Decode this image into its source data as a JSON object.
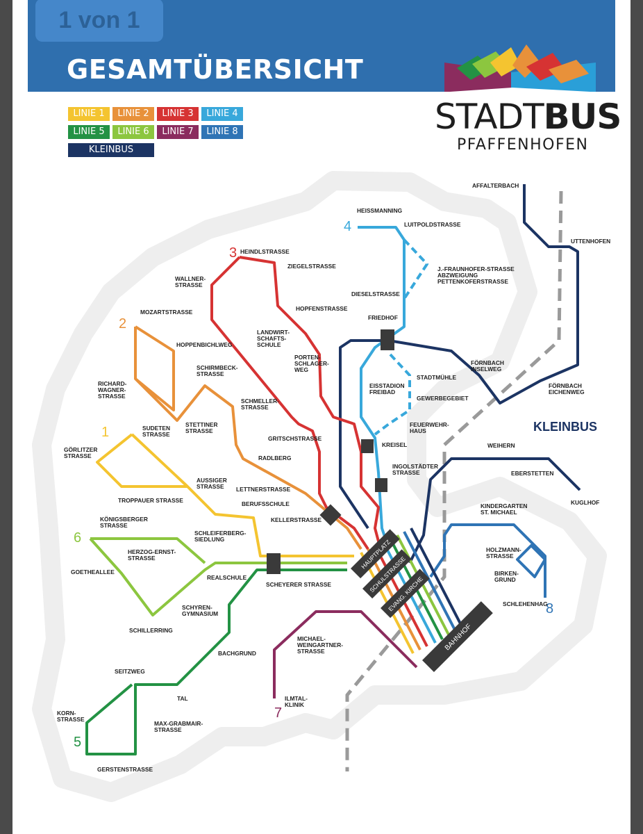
{
  "page_counter": "1 von 1",
  "title": "GESAMTÜBERSICHT",
  "brand": {
    "main_a": "STADT",
    "main_b": "BUS",
    "sub": "PFAFFENHOFEN"
  },
  "legend": [
    {
      "label": "LINIE 1",
      "color": "#f4c430"
    },
    {
      "label": "LINIE 2",
      "color": "#e8913a"
    },
    {
      "label": "LINIE 3",
      "color": "#d63333"
    },
    {
      "label": "LINIE 4",
      "color": "#38a8db"
    },
    {
      "label": "LINIE 5",
      "color": "#239244"
    },
    {
      "label": "LINIE 6",
      "color": "#8cc63f"
    },
    {
      "label": "LINIE 7",
      "color": "#8b2c5e"
    },
    {
      "label": "LINIE 8",
      "color": "#2f74b5"
    },
    {
      "label": "KLEINBUS",
      "color": "#1c3463"
    }
  ],
  "line_numbers": {
    "l1": "1",
    "l2": "2",
    "l3": "3",
    "l4": "4",
    "l5": "5",
    "l6": "6",
    "l7": "7",
    "l8": "8"
  },
  "kleinbus_label": "KLEINBUS",
  "hubs": {
    "hauptplatz": "HAUPTPLATZ",
    "schulstrasse": "SCHULSTRASSE",
    "evang_kirche": "EVANG. KIRCHE",
    "bahnhof": "BAHNHOF"
  },
  "stops": {
    "affalterbach": "AFFALTERBACH",
    "uttenhofen": "UTTENHOFEN",
    "heissmanning": "HEISSMANNING",
    "luitpoldstrasse": "LUITPOLDSTRASSE",
    "fraunhofer_1": "J.-FRAUNHOFER-STRASSE",
    "fraunhofer_2": "ABZWEIGUNG",
    "fraunhofer_3": "PETTENKOFERSTRASSE",
    "dieselstrasse": "DIESELSTRASSE",
    "friedhof": "FRIEDHOF",
    "heindlstrasse": "HEINDLSTRASSE",
    "ziegelstrasse": "ZIEGELSTRASSE",
    "wallner_1": "WALLNER-",
    "wallner_2": "STRASSE",
    "hopfenstrasse": "HOPFENSTRASSE",
    "mozartstrasse": "MOZARTSTRASSE",
    "hoppenbichlweg": "HOPPENBICHLWEG",
    "landw_1": "LANDWIRT-",
    "landw_2": "SCHAFTS-",
    "landw_3": "SCHULE",
    "porten_1": "PORTEN-",
    "porten_2": "SCHLAGER-",
    "porten_3": "WEG",
    "fornbach_inselweg_1": "FÖRNBACH",
    "fornbach_inselweg_2": "INSELWEG",
    "fornbach_eichenweg_1": "FÖRNBACH",
    "fornbach_eichenweg_2": "EICHENWEG",
    "schirmbeck_1": "SCHIRMBECK-",
    "schirmbeck_2": "STRASSE",
    "stadtmuehle": "STADTMÜHLE",
    "eisstadion_1": "EISSTADION",
    "eisstadion_2": "FREIBAD",
    "richard_1": "RICHARD-",
    "richard_2": "WAGNER-",
    "richard_3": "STRASSE",
    "gewerbegebiet": "GEWERBEGEBIET",
    "schmeller_1": "SCHMELLER-",
    "schmeller_2": "STRASSE",
    "stettiner_1": "STETTINER",
    "stettiner_2": "STRASSE",
    "feuerwehr_1": "FEUERWEHR-",
    "feuerwehr_2": "HAUS",
    "sudeten_1": "SUDETEN",
    "sudeten_2": "STRASSE",
    "gritschstrasse": "GRITSCHSTRASSE",
    "kreisel": "KREISEL",
    "goerlitzer_1": "GÖRLITZER",
    "goerlitzer_2": "STRASSE",
    "weihern": "WEIHERN",
    "radlberg": "RADLBERG",
    "ingolstaedter_1": "INGOLSTÄDTER",
    "ingolstaedter_2": "STRASSE",
    "eberstetten": "EBERSTETTEN",
    "aussiger_1": "AUSSIGER",
    "aussiger_2": "STRASSE",
    "lettnerstrasse": "LETTNERSTRASSE",
    "kuglhof": "KUGLHOF",
    "troppauer": "TROPPAUER STRASSE",
    "berufsschule": "BERUFSSCHULE",
    "kindergarten_1": "KINDERGARTEN",
    "kindergarten_2": "ST. MICHAEL",
    "kellerstrasse": "KELLERSTRASSE",
    "koenigsberger_1": "KÖNIGSBERGER",
    "koenigsberger_2": "STRASSE",
    "schleiferberg_1": "SCHLEIFERBERG-",
    "schleiferberg_2": "SIEDLUNG",
    "herzog_1": "HERZOG-ERNST-",
    "herzog_2": "STRASSE",
    "holzmann_1": "HOLZMANN-",
    "holzmann_2": "STRASSE",
    "goetheallee": "GOETHEALLEE",
    "realschule": "REALSCHULE",
    "birken_1": "BIRKEN-",
    "birken_2": "GRUND",
    "scheyerer": "SCHEYERER STRASSE",
    "schlehenhag": "SCHLEHENHAG",
    "schyren_1": "SCHYREN-",
    "schyren_2": "GYMNASIUM",
    "schillerring": "SCHILLERRING",
    "michael_1": "MICHAEL-",
    "michael_2": "WEINGARTNER-",
    "michael_3": "STRASSE",
    "bachgrund": "BACHGRUND",
    "seitzweg": "SEITZWEG",
    "tal": "TAL",
    "ilmtal_1": "ILMTAL-",
    "ilmtal_2": "KLINIK",
    "korn_1": "KORN-",
    "korn_2": "STRASSE",
    "maxgrab_1": "MAX-GRABMAIR-",
    "maxgrab_2": "STRASSE",
    "gerstenstrasse": "GERSTENSTRASSE"
  }
}
